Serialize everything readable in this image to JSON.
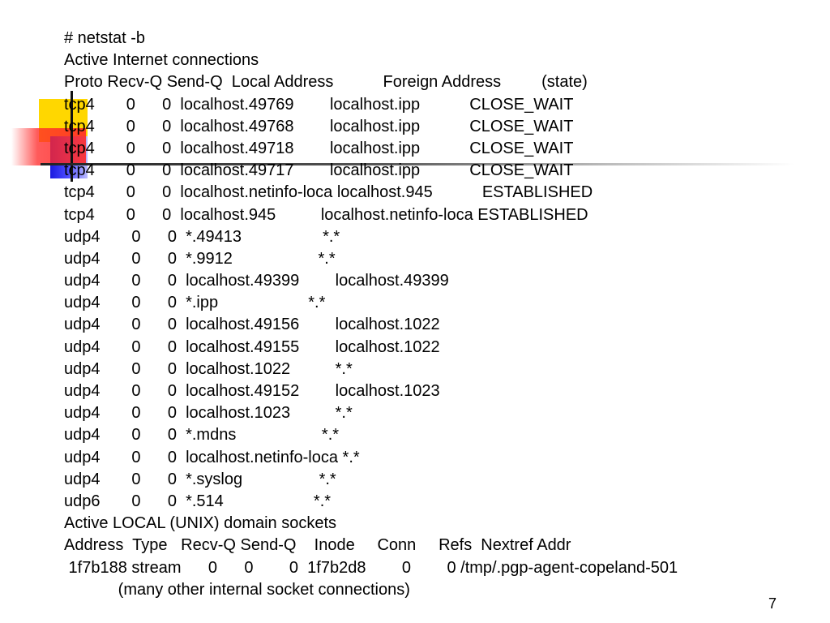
{
  "slide": {
    "lines": [
      "# netstat -b",
      "Active Internet connections",
      "Proto Recv-Q Send-Q  Local Address           Foreign Address         (state)",
      "tcp4       0      0  localhost.49769        localhost.ipp           CLOSE_WAIT",
      "tcp4       0      0  localhost.49768        localhost.ipp           CLOSE_WAIT",
      "tcp4       0      0  localhost.49718        localhost.ipp           CLOSE_WAIT",
      "tcp4       0      0  localhost.49717        localhost.ipp           CLOSE_WAIT",
      "tcp4       0      0  localhost.netinfo-loca localhost.945           ESTABLISHED",
      "tcp4       0      0  localhost.945          localhost.netinfo-loca ESTABLISHED",
      "udp4       0      0  *.49413                  *.*",
      "udp4       0      0  *.9912                   *.*",
      "udp4       0      0  localhost.49399        localhost.49399",
      "udp4       0      0  *.ipp                    *.*",
      "udp4       0      0  localhost.49156        localhost.1022",
      "udp4       0      0  localhost.49155        localhost.1022",
      "udp4       0      0  localhost.1022          *.*",
      "udp4       0      0  localhost.49152        localhost.1023",
      "udp4       0      0  localhost.1023          *.*",
      "udp4       0      0  *.mdns                   *.*",
      "udp4       0      0  localhost.netinfo-loca *.*",
      "udp4       0      0  *.syslog                 *.*",
      "udp6       0      0  *.514                    *.*",
      "Active LOCAL (UNIX) domain sockets",
      "Address  Type   Recv-Q Send-Q    Inode     Conn     Refs  Nextref Addr",
      " 1f7b188 stream      0      0        0  1f7b2d8        0        0 /tmp/.pgp-agent-copeland-501",
      "            (many other internal socket connections)"
    ],
    "page_number": "7"
  },
  "colors": {
    "deco_yellow": "#ffd700",
    "deco_blue": "#1a1adf",
    "deco_red": "#ff2a2a",
    "text": "#000000"
  }
}
